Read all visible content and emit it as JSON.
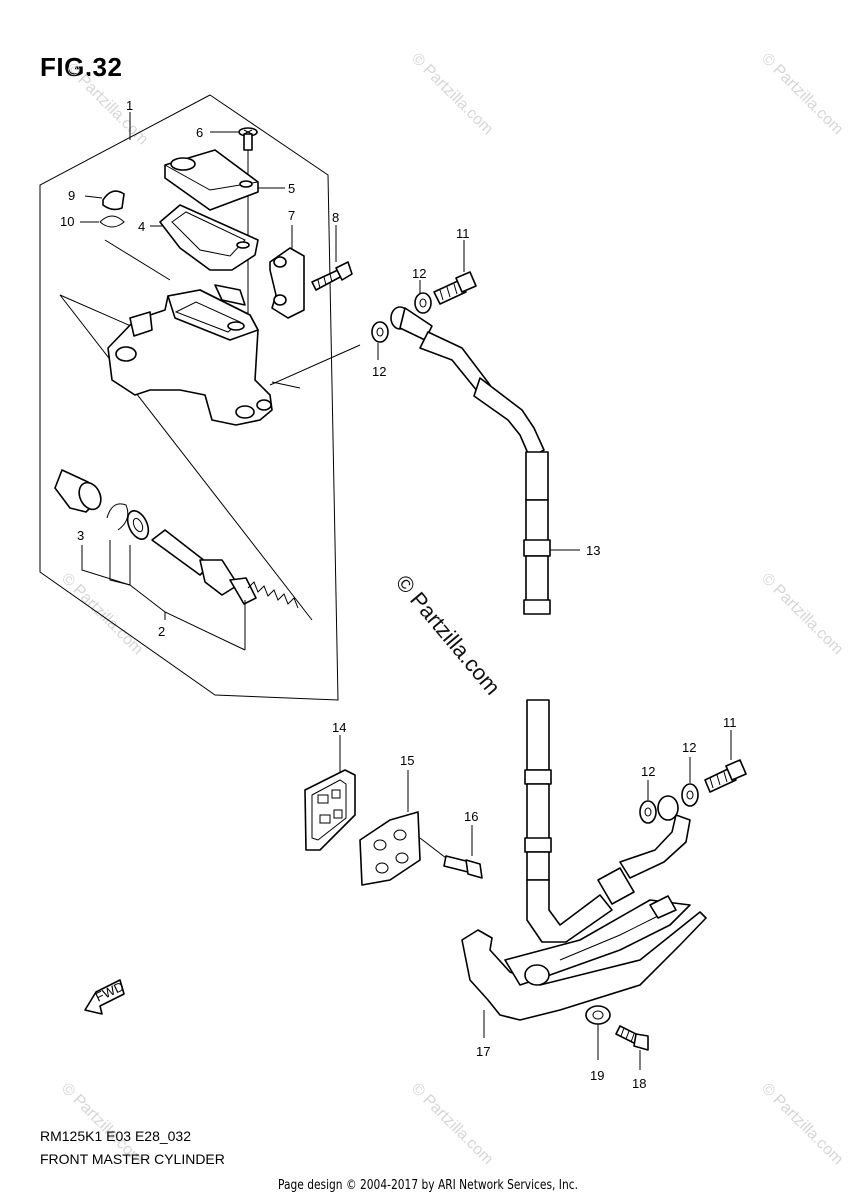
{
  "figure": {
    "title": "FIG.32"
  },
  "footer": {
    "model_code": "RM125K1 E03 E28_032",
    "diagram_title": "FRONT MASTER CYLINDER",
    "credit": "Page design © 2004-2017 by ARI Network Services, Inc."
  },
  "watermark": {
    "text": "© Partzilla.com",
    "faint_text": "© Partzilla.com"
  },
  "fwd_marker": {
    "label": "FWD"
  },
  "callouts": [
    "1",
    "2",
    "3",
    "4",
    "5",
    "6",
    "7",
    "8",
    "9",
    "10",
    "11",
    "12",
    "12",
    "12",
    "11",
    "12",
    "12",
    "13",
    "14",
    "15",
    "16",
    "17",
    "18",
    "19"
  ],
  "colors": {
    "line": "#000000",
    "watermark_faint": "#d6d6d6",
    "background": "#ffffff"
  }
}
